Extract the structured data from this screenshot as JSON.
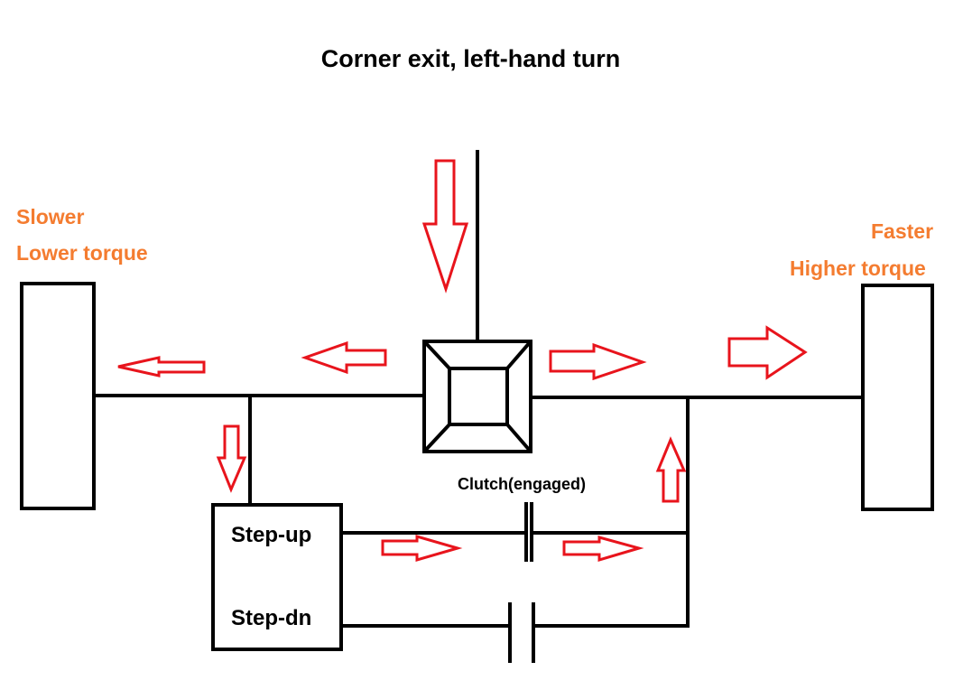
{
  "diagram": {
    "title": "Corner exit, left-hand turn",
    "left_wheel": {
      "line1": "Slower",
      "line2": "Lower torque"
    },
    "right_wheel": {
      "line1": "Faster",
      "line2": "Higher torque"
    },
    "gearbox": {
      "upper_label": "Step-up",
      "lower_label": "Step-dn"
    },
    "clutch_label": "Clutch(engaged)",
    "colors": {
      "line": "#000000",
      "arrow": "#e8141c",
      "annotation": "#f47c30"
    }
  }
}
